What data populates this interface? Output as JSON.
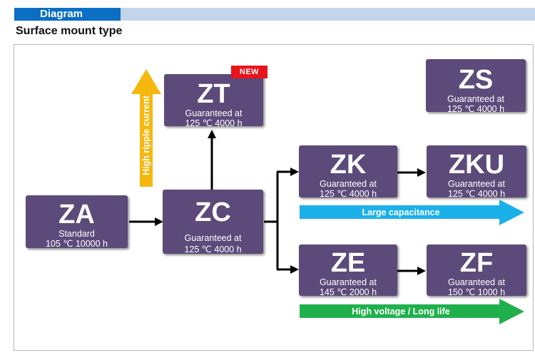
{
  "header": {
    "tab_label": "Diagram"
  },
  "subtitle": "Surface mount type",
  "colors": {
    "box": "#5b4a7a",
    "header_tab": "#0b6fc4",
    "header_bar": "#c4d4ea",
    "badge": "#e8141b",
    "ripple_arrow": "#f6b80e",
    "capacitance_arrow": "#1ab0ea",
    "voltage_arrow": "#1fb04c"
  },
  "nodes": {
    "za": {
      "code": "ZA",
      "line1": "Standard",
      "line2": "105 ℃ 10000 h"
    },
    "zc": {
      "code": "ZC",
      "line1": "Guaranteed at",
      "line2": "125 ℃ 4000 h"
    },
    "zt": {
      "code": "ZT",
      "line1": "Guaranteed at",
      "line2": "125 ℃ 4000 h",
      "badge": "NEW"
    },
    "zs": {
      "code": "ZS",
      "line1": "Guaranteed at",
      "line2": "125 ℃ 4000 h"
    },
    "zk": {
      "code": "ZK",
      "line1": "Guaranteed at",
      "line2": "125 ℃ 4000 h"
    },
    "zku": {
      "code": "ZKU",
      "line1": "Guaranteed at",
      "line2": "125 ℃ 4000 h"
    },
    "ze": {
      "code": "ZE",
      "line1": "Guaranteed at",
      "line2": "145 ℃ 2000 h"
    },
    "zf": {
      "code": "ZF",
      "line1": "Guaranteed at",
      "line2": "150 ℃ 1000 h"
    }
  },
  "arrows": {
    "ripple": "High ripple current",
    "capacitance": "Large capacitance",
    "voltage": "High voltage / Long life"
  }
}
